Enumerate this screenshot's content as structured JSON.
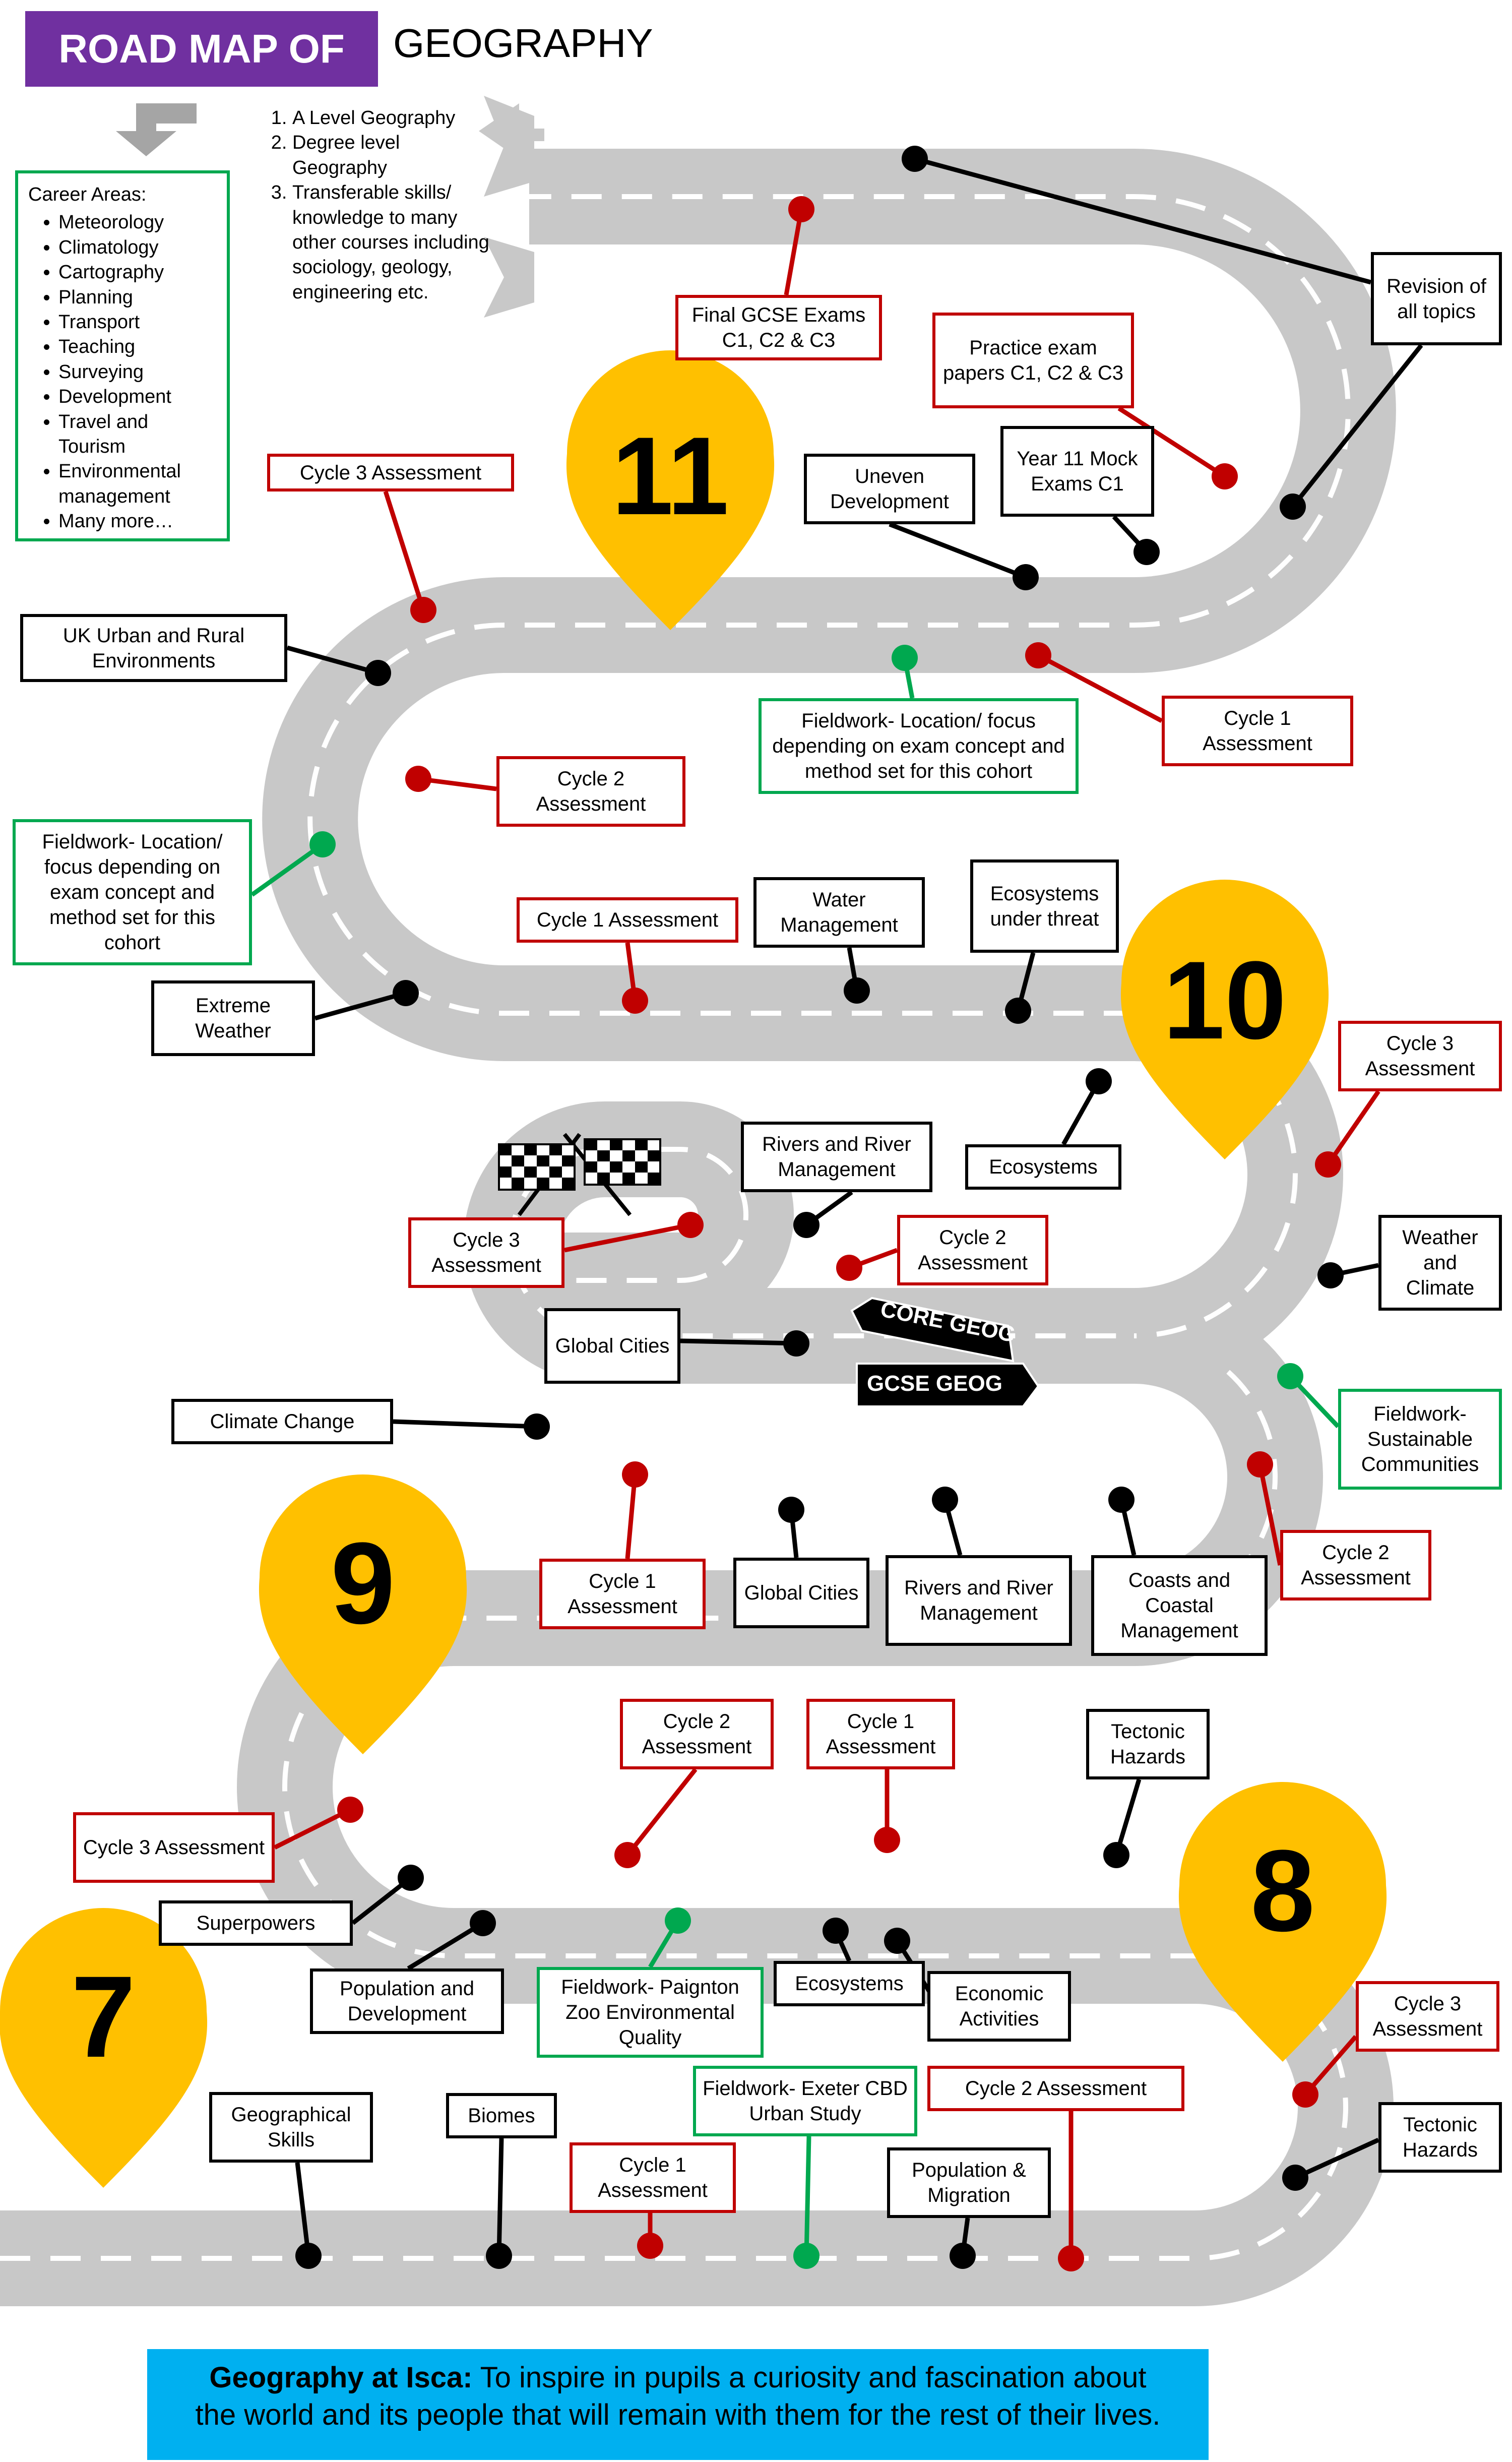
{
  "title": {
    "highlight": "ROAD MAP OF",
    "rest": "GEOGRAPHY"
  },
  "career": {
    "heading": "Career Areas:",
    "items": [
      "Meteorology",
      "Climatology",
      "Cartography",
      "Planning",
      "Transport",
      "Teaching",
      "Surveying",
      "Development",
      "Travel and Tourism",
      "Environmental management",
      "Many more…"
    ]
  },
  "pathways": [
    "A Level Geography",
    "Degree level Geography",
    "Transferable skills/ knowledge to many other courses including sociology, geology, engineering etc."
  ],
  "markers": {
    "y7": "7",
    "y8": "8",
    "y9": "9",
    "y10": "10",
    "y11": "11"
  },
  "signs": {
    "core": "CORE GEOG",
    "gcse": "GCSE GEOG"
  },
  "mission": {
    "lead": "Geography at Isca:",
    "text": "To inspire in pupils a curiosity and fascination about the world and its people that will remain with them for the rest of their lives."
  },
  "colors": {
    "road": "#c8c8c8",
    "title_bg": "#7030a0",
    "marker": "#ffc000",
    "mission_bg": "#00b0f0",
    "assessment": "#c00000",
    "fieldwork": "#00a84f",
    "topic": "#000000"
  },
  "labels": {
    "y7_skills": "Geographical Skills",
    "y7_biomes": "Biomes",
    "y7_c1": "Cycle 1 Assessment",
    "y7_exeter": "Fieldwork- Exeter CBD Urban Study",
    "y7_pop": "Population & Migration",
    "y7_c2": "Cycle 2 Assessment",
    "y7_c3": "Cycle 3 Assessment",
    "y7_tectonic": "Tectonic Hazards",
    "y8_tectonic": "Tectonic Hazards",
    "y8_c1": "Cycle 1 Assessment",
    "y8_c2": "Cycle 2 Assessment",
    "y8_econ": "Economic Activities",
    "y8_eco": "Ecosystems",
    "y8_paignton": "Fieldwork- Paignton Zoo Environmental Quality",
    "y8_popdev": "Population and Development",
    "y8_super": "Superpowers",
    "y8_c3": "Cycle 3 Assessment",
    "y9_c1": "Cycle 1 Assessment",
    "y9_cities": "Global Cities",
    "y9_rivers": "Rivers and River Management",
    "y9_coasts": "Coasts and Coastal Management",
    "y9_c2": "Cycle 2 Assessment",
    "y9_fieldwork": "Fieldwork- Sustainable Communities",
    "y9_weather": "Weather and Climate",
    "y9_c3": "Cycle 3 Assessment",
    "y9_eco": "Ecosystems",
    "y9_climate": "Climate Change",
    "y9_globalcities": "Global Cities",
    "y9_core_c2": "Cycle 2 Assessment",
    "y9_rivers2": "Rivers and River Management",
    "y9_core_c3": "Cycle 3 Assessment",
    "y10_eco_threat": "Ecosystems under threat",
    "y10_water": "Water Management",
    "y10_c1": "Cycle 1 Assessment",
    "y10_extreme": "Extreme Weather",
    "y10_fieldwork": "Fieldwork- Location/ focus depending on exam concept and method set for this cohort",
    "y10_c2": "Cycle 2 Assessment",
    "y10_uk": "UK Urban and Rural Environments",
    "y10_c3": "Cycle 3 Assessment",
    "y11_fieldwork": "Fieldwork- Location/ focus depending on exam concept and method set for this cohort",
    "y11_c1": "Cycle 1 Assessment",
    "y11_uneven": "Uneven Development",
    "y11_mock": "Year 11 Mock Exams C1",
    "y11_practice": "Practice exam papers C1, C2 & C3",
    "y11_final": "Final GCSE Exams C1, C2 & C3",
    "y11_revision": "Revision of all topics"
  }
}
